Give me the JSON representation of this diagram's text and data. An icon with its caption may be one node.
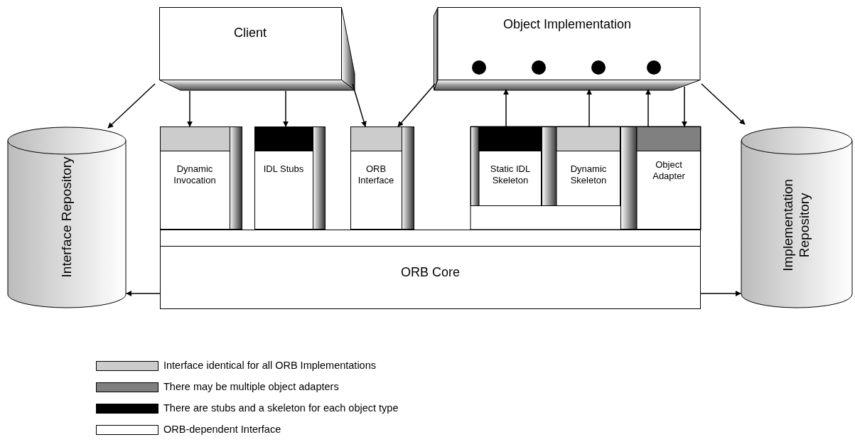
{
  "diagram": {
    "nodes": [
      {
        "text": [
          "Client"
        ]
      },
      {
        "text": [
          "Object Implementation"
        ]
      },
      {
        "text": [
          "Interface Repository"
        ]
      },
      {
        "text": [
          "Implementation Repository"
        ]
      },
      {
        "text": [
          "Dynamic Invocation"
        ]
      },
      {
        "text": [
          "IDL Stubs"
        ]
      },
      {
        "text": [
          "ORB Interface"
        ]
      },
      {
        "text": [
          "Static IDL Skeleton"
        ]
      },
      {
        "text": [
          "Dynamic Skeleton"
        ]
      },
      {
        "text": [
          "Object Adapter"
        ]
      },
      {
        "text": [
          "ORB Core"
        ]
      }
    ],
    "edges": [
      {
        "from": 0,
        "to": 2,
        "arrow": "to"
      },
      {
        "from": 0,
        "to": 4,
        "arrow": "to"
      },
      {
        "from": 0,
        "to": 5,
        "arrow": "to"
      },
      {
        "from": 0,
        "to": 6,
        "arrow": "to"
      },
      {
        "from": 1,
        "to": 6,
        "arrow": "to"
      },
      {
        "from": 7,
        "to": 1,
        "arrow": "to"
      },
      {
        "from": 8,
        "to": 1,
        "arrow": "to"
      },
      {
        "from": 9,
        "to": 1,
        "arrow": "to"
      },
      {
        "from": 1,
        "to": 9,
        "arrow": "to"
      },
      {
        "from": 1,
        "to": 3,
        "arrow": "to"
      },
      {
        "from": 10,
        "to": 2,
        "arrow": "to"
      },
      {
        "from": 10,
        "to": 3,
        "arrow": "to"
      }
    ],
    "legend": [
      {
        "text": "Interface identical for all ORB Implementations",
        "color": "#cccccc"
      },
      {
        "text": "There may be multiple object adapters",
        "color": "#808080"
      },
      {
        "text": "There are stubs and a skeleton for each object type",
        "color": "#000000"
      },
      {
        "text": "ORB-dependent Interface",
        "color": "#ffffff"
      }
    ]
  }
}
